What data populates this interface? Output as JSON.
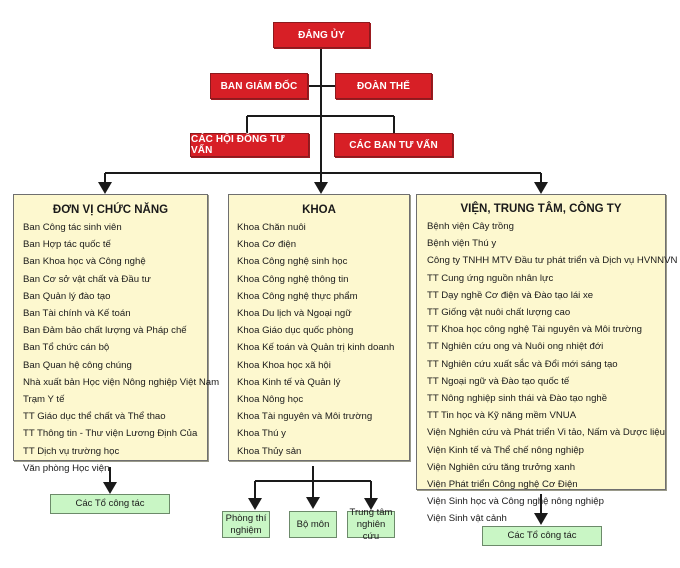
{
  "top": {
    "dang_uy": "ĐẢNG ỦY",
    "ban_giam_doc": "BAN GIÁM ĐỐC",
    "doan_the": "ĐOÀN THỂ",
    "hoi_dong_tu_van": "CÁC HỘI ĐỒNG TƯ VẤN",
    "ban_tu_van": "CÁC BAN TƯ VẤN"
  },
  "panels": {
    "don_vi": {
      "title": "ĐƠN VỊ CHỨC NĂNG",
      "items": [
        "Ban Công tác sinh viên",
        "Ban Hợp tác quốc tế",
        "Ban Khoa học và Công nghệ",
        "Ban Cơ sở vật chất và Đầu tư",
        "Ban Quản lý đào tạo",
        "Ban Tài chính và Kế toán",
        "Ban Đảm bảo chất lượng và Pháp chế",
        "Ban Tổ chức cán bộ",
        "Ban Quan hệ công chúng",
        "Nhà xuất bản Học viện Nông nghiệp Việt Nam",
        "Trạm Y tế",
        "TT Giáo dục thể chất và Thể thao",
        "TT Thông tin - Thư viện Lương Định Của",
        "TT Dịch vụ trường học",
        "Văn phòng Học viện"
      ],
      "child": "Các Tổ công tác"
    },
    "khoa": {
      "title": "KHOA",
      "items": [
        "Khoa Chăn nuôi",
        "Khoa Cơ điện",
        "Khoa Công nghệ sinh học",
        "Khoa Công nghệ thông tin",
        "Khoa Công nghệ thực phẩm",
        "Khoa Du lịch và Ngoại ngữ",
        "Khoa Giáo dục quốc phòng",
        "Khoa Kế toán và Quản trị kinh doanh",
        "Khoa Khoa học xã hội",
        "Khoa Kinh tế và Quản lý",
        "Khoa Nông học",
        "Khoa Tài nguyên và Môi trường",
        "Khoa Thú y",
        "Khoa Thủy sản"
      ],
      "children": [
        "Phòng thí nghiệm",
        "Bộ môn",
        "Trung tâm nghiên cứu"
      ]
    },
    "vien": {
      "title": "VIỆN, TRUNG TÂM, CÔNG TY",
      "items": [
        "Bệnh viện Cây trồng",
        "Bệnh viện Thú y",
        "Công ty TNHH MTV Đầu tư phát triển và Dịch vụ HVNNVN",
        "TT Cung ứng nguồn nhân lực",
        "TT Dạy nghề Cơ điện và Đào tạo lái xe",
        "TT Giống vật nuôi chất lượng cao",
        "TT Khoa học công nghệ Tài nguyên và Môi trường",
        "TT Nghiên cứu ong và Nuôi ong nhiệt đới",
        "TT Nghiên cứu xuất sắc và Đổi mới sáng tạo",
        "TT Ngoại ngữ và Đào tạo quốc tế",
        "TT Nông nghiệp sinh thái và Đào tạo nghề",
        "TT Tin học và Kỹ năng mềm VNUA",
        "Viện Nghiên cứu và Phát triển Vi tảo, Nấm và Dược liệu",
        "Viện Kinh tế và Thể chế nông nghiệp",
        "Viện Nghiên cứu tăng trưởng xanh",
        "Viện Phát triển Công nghệ Cơ Điện",
        "Viện Sinh học và Công nghệ nông nghiệp",
        "Viện Sinh vật cảnh"
      ],
      "child": "Các Tổ công tác"
    }
  },
  "colors": {
    "leadership": "#d71f26",
    "panel": "#fdf8cf",
    "sub_unit": "#c9f6c5",
    "connector": "#1a1a1a"
  }
}
